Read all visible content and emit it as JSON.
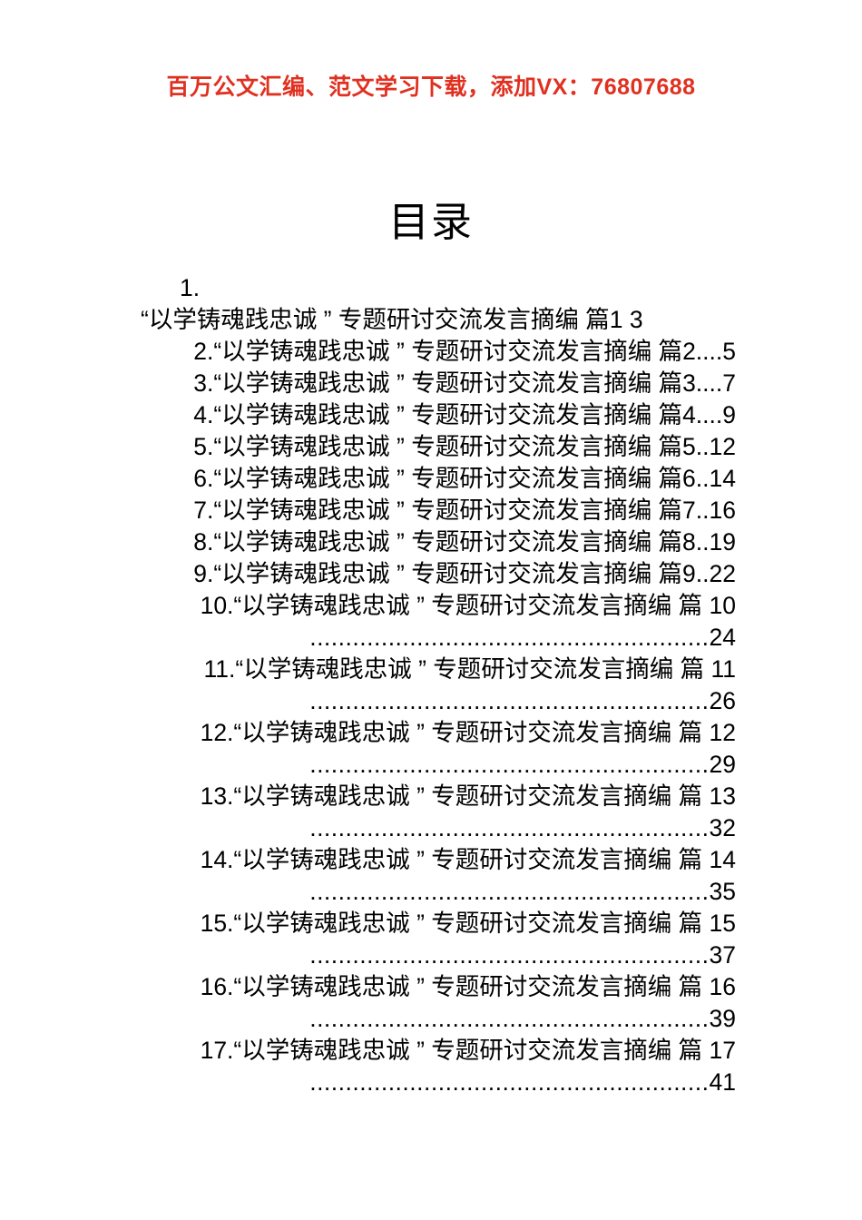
{
  "watermark": {
    "text": "百万公文汇编、范文学习下载，添加VX：76807688",
    "color": "#e03020"
  },
  "document": {
    "title": "目录"
  },
  "toc": {
    "common_title": "“以学铸魂践忠诚 ” 专题研讨交流发言摘编 篇",
    "entries": [
      {
        "number": "1.",
        "title": "“以学铸魂践忠诚 ” 专题研讨交流发言摘编 篇1",
        "full_line": "“以学铸魂践忠诚 ” 专题研讨交流发言摘编 篇1   3",
        "leader": "",
        "page": "3",
        "style": "number-on-own-line"
      },
      {
        "number": "2.",
        "title": "“以学铸魂践忠诚 ” 专题研讨交流发言摘编 篇2",
        "full_line": "2.“以学铸魂践忠诚 ” 专题研讨交流发言摘编 篇2....5",
        "leader": "....",
        "page": "5",
        "style": "single-line"
      },
      {
        "number": "3.",
        "title": "“以学铸魂践忠诚 ” 专题研讨交流发言摘编 篇3",
        "full_line": "3.“以学铸魂践忠诚 ” 专题研讨交流发言摘编 篇3....7",
        "leader": "....",
        "page": "7",
        "style": "single-line"
      },
      {
        "number": "4.",
        "title": "“以学铸魂践忠诚 ” 专题研讨交流发言摘编 篇4",
        "full_line": "4.“以学铸魂践忠诚 ” 专题研讨交流发言摘编 篇4....9",
        "leader": "....",
        "page": "9",
        "style": "single-line"
      },
      {
        "number": "5.",
        "title": "“以学铸魂践忠诚 ” 专题研讨交流发言摘编 篇5",
        "full_line": "5.“以学铸魂践忠诚 ” 专题研讨交流发言摘编 篇5..12",
        "leader": "..",
        "page": "12",
        "style": "single-line"
      },
      {
        "number": "6.",
        "title": "“以学铸魂践忠诚 ” 专题研讨交流发言摘编 篇6",
        "full_line": "6.“以学铸魂践忠诚 ” 专题研讨交流发言摘编 篇6..14",
        "leader": "..",
        "page": "14",
        "style": "single-line"
      },
      {
        "number": "7.",
        "title": "“以学铸魂践忠诚 ” 专题研讨交流发言摘编 篇7",
        "full_line": "7.“以学铸魂践忠诚 ” 专题研讨交流发言摘编 篇7..16",
        "leader": "..",
        "page": "16",
        "style": "single-line"
      },
      {
        "number": "8.",
        "title": "“以学铸魂践忠诚 ” 专题研讨交流发言摘编 篇8",
        "full_line": "8.“以学铸魂践忠诚 ” 专题研讨交流发言摘编 篇8..19",
        "leader": "..",
        "page": "19",
        "style": "single-line"
      },
      {
        "number": "9.",
        "title": "“以学铸魂践忠诚 ” 专题研讨交流发言摘编 篇9",
        "full_line": "9.“以学铸魂践忠诚 ” 专题研讨交流发言摘编 篇9..22",
        "leader": "..",
        "page": "22",
        "style": "single-line"
      },
      {
        "number": "10.",
        "title": "“以学铸魂践忠诚 ” 专题研讨交流发言摘编 篇 10",
        "full_line": "10.“以学铸魂践忠诚 ” 专题研讨交流发言摘编 篇 10",
        "leader": "........................................................",
        "page": "24",
        "style": "wrapped"
      },
      {
        "number": "11.",
        "title": "“以学铸魂践忠诚 ” 专题研讨交流发言摘编 篇 11",
        "full_line": "11.“以学铸魂践忠诚 ” 专题研讨交流发言摘编 篇 11",
        "leader": "........................................................",
        "page": "26",
        "style": "wrapped"
      },
      {
        "number": "12.",
        "title": "“以学铸魂践忠诚 ” 专题研讨交流发言摘编 篇 12",
        "full_line": "12.“以学铸魂践忠诚 ” 专题研讨交流发言摘编 篇 12",
        "leader": "........................................................",
        "page": "29",
        "style": "wrapped"
      },
      {
        "number": "13.",
        "title": "“以学铸魂践忠诚 ” 专题研讨交流发言摘编 篇 13",
        "full_line": "13.“以学铸魂践忠诚 ” 专题研讨交流发言摘编 篇 13",
        "leader": "........................................................",
        "page": "32",
        "style": "wrapped"
      },
      {
        "number": "14.",
        "title": "“以学铸魂践忠诚 ” 专题研讨交流发言摘编 篇 14",
        "full_line": "14.“以学铸魂践忠诚 ” 专题研讨交流发言摘编 篇 14",
        "leader": "........................................................",
        "page": "35",
        "style": "wrapped"
      },
      {
        "number": "15.",
        "title": "“以学铸魂践忠诚 ” 专题研讨交流发言摘编 篇 15",
        "full_line": "15.“以学铸魂践忠诚 ” 专题研讨交流发言摘编 篇 15",
        "leader": "........................................................",
        "page": "37",
        "style": "wrapped"
      },
      {
        "number": "16.",
        "title": "“以学铸魂践忠诚 ” 专题研讨交流发言摘编 篇 16",
        "full_line": "16.“以学铸魂践忠诚 ” 专题研讨交流发言摘编 篇 16",
        "leader": "........................................................",
        "page": "39",
        "style": "wrapped"
      },
      {
        "number": "17.",
        "title": "“以学铸魂践忠诚 ” 专题研讨交流发言摘编 篇 17",
        "full_line": "17.“以学铸魂践忠诚 ” 专题研讨交流发言摘编 篇 17",
        "leader": "........................................................",
        "page": "41",
        "style": "wrapped"
      }
    ]
  }
}
